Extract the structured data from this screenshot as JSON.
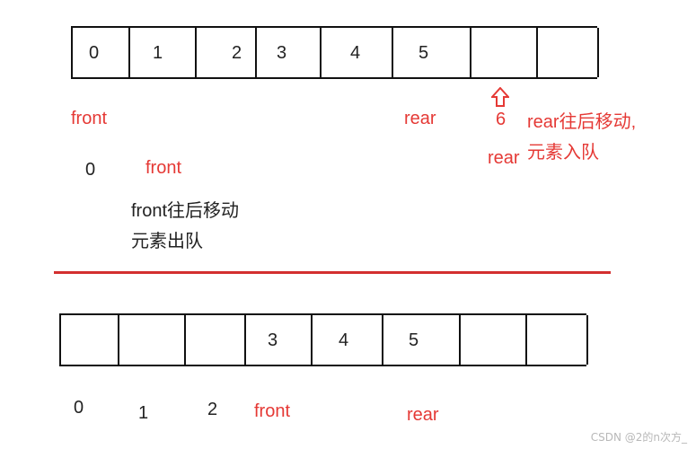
{
  "top_queue": {
    "cells": [
      "0",
      "1",
      "2",
      "3",
      "4",
      "5",
      "",
      ""
    ]
  },
  "top_labels": {
    "front": "front",
    "rear": "rear",
    "arrow_index": "6",
    "new_rear": "rear",
    "rear_note_line1": "rear往后移动,",
    "rear_note_line2": "元素入队",
    "old_front_index": "0",
    "new_front": "front",
    "front_note_line1": "front往后移动",
    "front_note_line2": "元素出队"
  },
  "bottom_queue": {
    "cells": [
      "",
      "",
      "",
      "3",
      "4",
      "5",
      "",
      ""
    ]
  },
  "bottom_labels": {
    "idx0": "0",
    "idx1": "1",
    "idx2": "2",
    "front": "front",
    "rear": "rear"
  },
  "watermark": "CSDN @2的n次方_",
  "colors": {
    "accent": "#e53935",
    "divider": "#d32f2f",
    "text": "#222222"
  }
}
